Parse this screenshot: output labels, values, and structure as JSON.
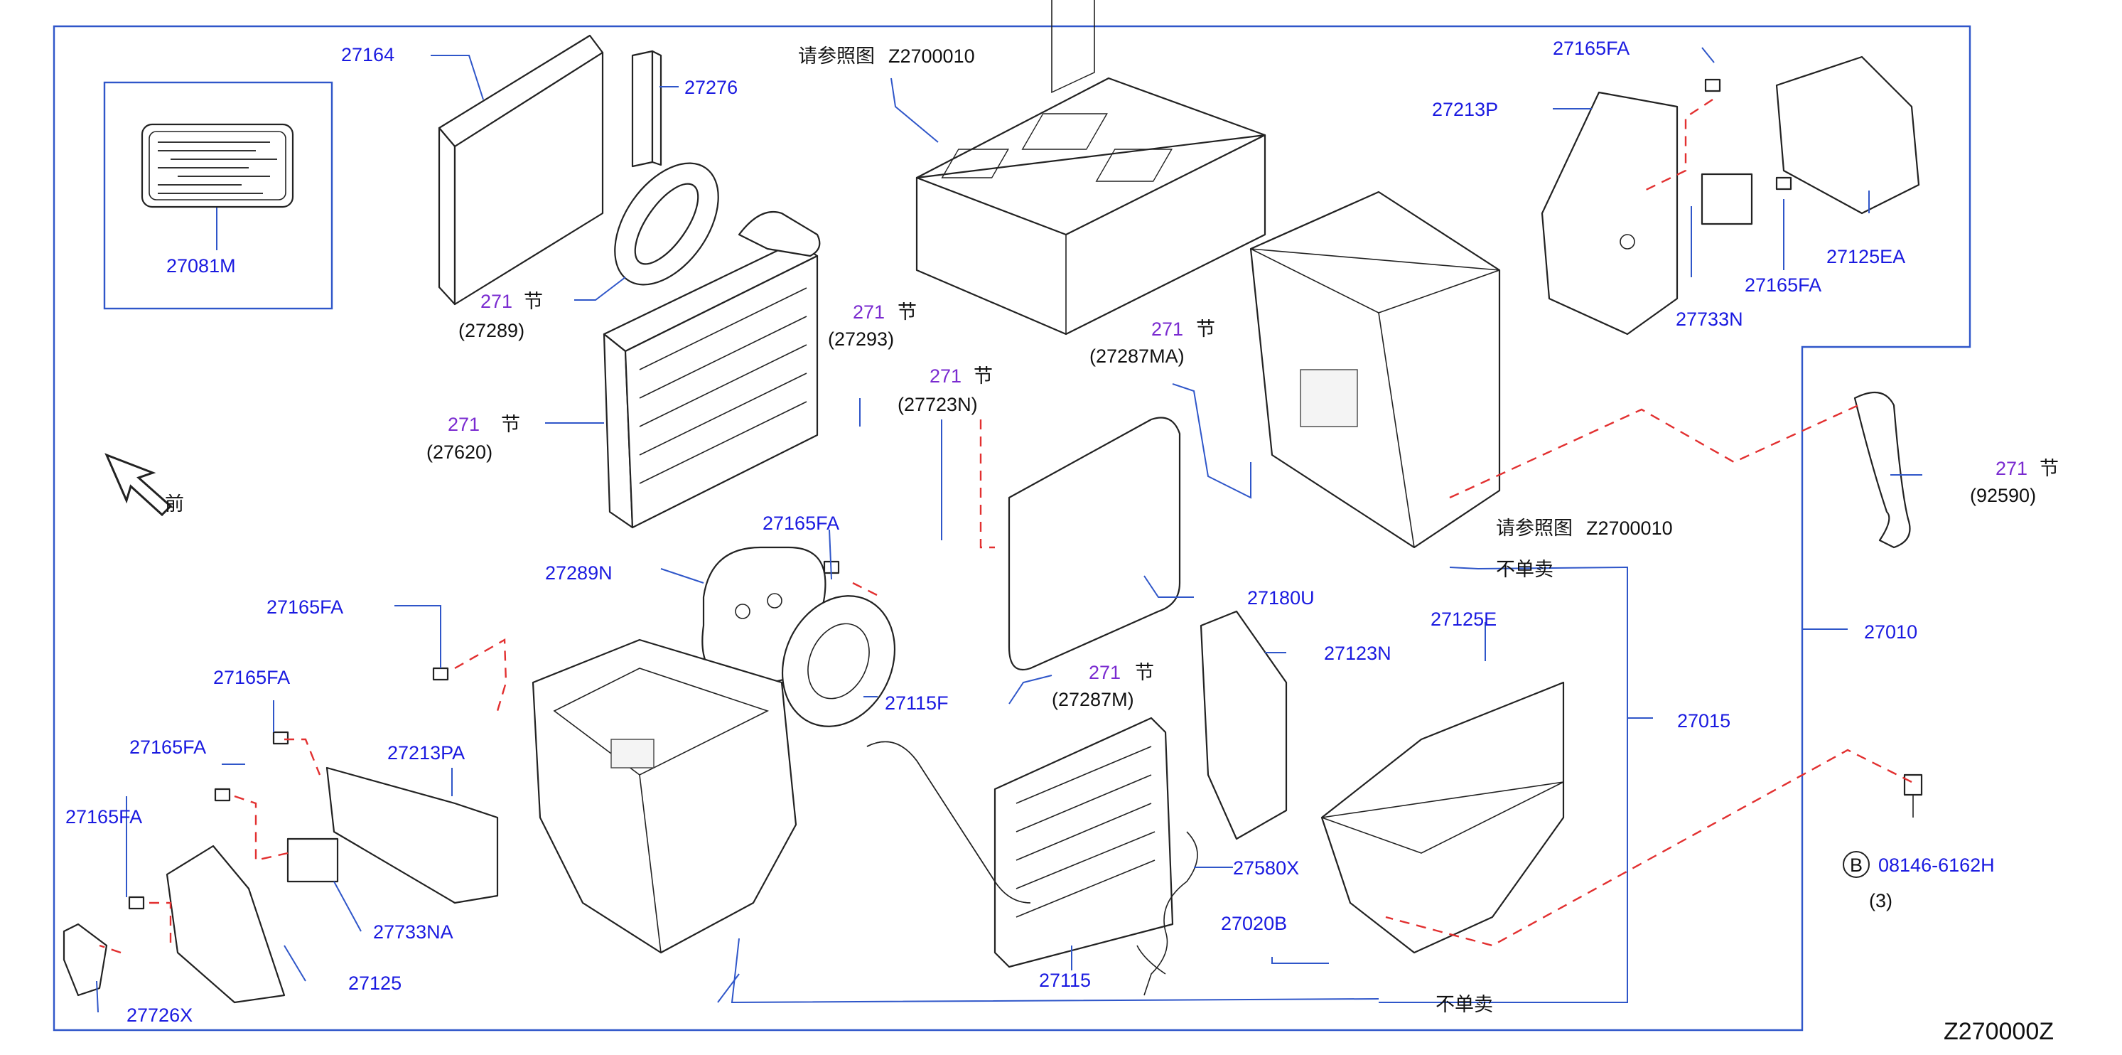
{
  "diagram": {
    "code": "Z270000Z",
    "ref_notes": [
      {
        "label": "请参照图",
        "code": "Z2700010"
      },
      {
        "label": "请参照图",
        "code": "Z2700010"
      }
    ],
    "not_sold": [
      "不单卖",
      "不单卖"
    ],
    "front_label": "前",
    "section_suffix": "节",
    "parts": [
      {
        "pn": "27164"
      },
      {
        "pn": "27276"
      },
      {
        "pn": "27081M"
      },
      {
        "pn": "27165FA"
      },
      {
        "pn": "27213P"
      },
      {
        "pn": "27125EA"
      },
      {
        "pn": "27165FA"
      },
      {
        "pn": "27733N"
      },
      {
        "pn": "27165FA"
      },
      {
        "pn": "27289N"
      },
      {
        "pn": "27180U"
      },
      {
        "pn": "27115F"
      },
      {
        "pn": "27123N"
      },
      {
        "pn": "27125E"
      },
      {
        "pn": "27010"
      },
      {
        "pn": "27015"
      },
      {
        "pn": "27165FA"
      },
      {
        "pn": "27165FA"
      },
      {
        "pn": "27165FA"
      },
      {
        "pn": "27165FA"
      },
      {
        "pn": "27213PA"
      },
      {
        "pn": "27733NA"
      },
      {
        "pn": "27125"
      },
      {
        "pn": "27726X"
      },
      {
        "pn": "27580X"
      },
      {
        "pn": "27020B"
      },
      {
        "pn": "27115"
      },
      {
        "pn": "08146-6162H",
        "badge": "B",
        "qty": "(3)"
      }
    ],
    "section_refs": [
      {
        "sec": "271",
        "ref": "(27289)"
      },
      {
        "sec": "271",
        "ref": "(27293)"
      },
      {
        "sec": "271",
        "ref": "(27723N)"
      },
      {
        "sec": "271",
        "ref": "(27287MA)"
      },
      {
        "sec": "271",
        "ref": "(27620)"
      },
      {
        "sec": "271",
        "ref": "(92590)"
      },
      {
        "sec": "271",
        "ref": "(27287M)"
      }
    ],
    "colors": {
      "part_number": "#1a1ae0",
      "section": "#7a2bd0",
      "leader": "#2f56c9",
      "dashed": "#e23030"
    }
  }
}
